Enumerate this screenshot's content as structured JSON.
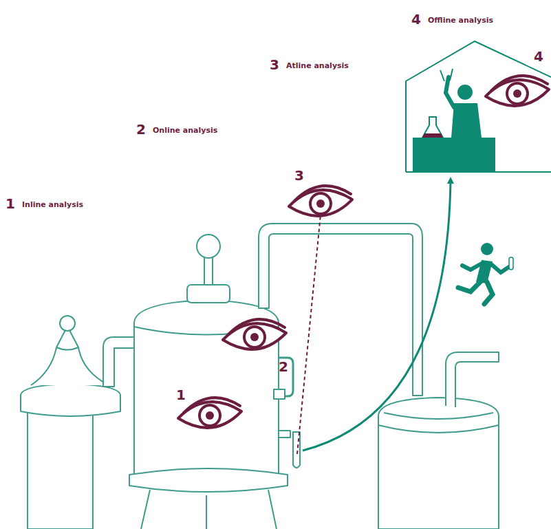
{
  "diagram": {
    "labels": [
      "4",
      "Offline analysis",
      "3",
      "Atline analysis",
      "2",
      "Online analysis",
      "1",
      "Inline analysis",
      "4",
      "3",
      "2",
      "1"
    ]
  }
}
